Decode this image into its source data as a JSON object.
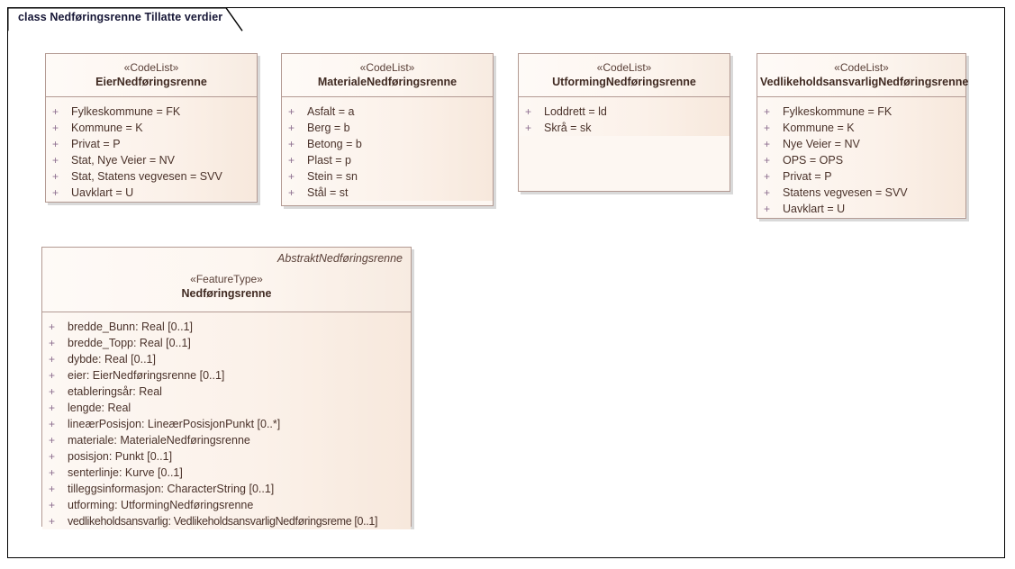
{
  "diagram": {
    "tab_title": "class Nedføringsrenne Tillatte verdier",
    "visibility_public": "+",
    "colors": {
      "box_border": "#b39a93",
      "header_bg": "#fdf7f2",
      "body_bg": "#fbf1e9",
      "text": "#4a322a",
      "visibility": "#8d6f8f",
      "frame_border": "#000000",
      "tab_text": "#161636"
    }
  },
  "classes": [
    {
      "id": "eier-nedforingsrenne",
      "stereotype": "«CodeList»",
      "name": "EierNedføringsrenne",
      "abstract_label": "",
      "attributes": [
        "Fylkeskommune = FK",
        "Kommune = K",
        "Privat = P",
        "Stat, Nye Veier = NV",
        "Stat, Statens vegvesen = SVV",
        "Uavklart = U"
      ]
    },
    {
      "id": "materiale-nedforingsrenne",
      "stereotype": "«CodeList»",
      "name": "MaterialeNedføringsrenne",
      "abstract_label": "",
      "attributes": [
        "Asfalt = a",
        "Berg = b",
        "Betong = b",
        "Plast = p",
        "Stein = sn",
        "Stål = st"
      ]
    },
    {
      "id": "utforming-nedforingsrenne",
      "stereotype": "«CodeList»",
      "name": "UtformingNedføringsrenne",
      "abstract_label": "",
      "attributes": [
        "Loddrett = ld",
        "Skrå = sk"
      ]
    },
    {
      "id": "vedlikeholdsansvarlig-nedforingsrenne",
      "stereotype": "«CodeList»",
      "name": "VedlikeholdsansvarligNedføringsrenne",
      "abstract_label": "",
      "attributes": [
        "Fylkeskommune = FK",
        "Kommune = K",
        "Nye Veier = NV",
        "OPS = OPS",
        "Privat = P",
        "Statens vegvesen = SVV",
        "Uavklart = U"
      ]
    },
    {
      "id": "nedforingsrenne",
      "stereotype": "«FeatureType»",
      "name": "Nedføringsrenne",
      "abstract_label": "AbstraktNedføringsrenne",
      "attributes": [
        "bredde_Bunn: Real [0..1]",
        "bredde_Topp: Real [0..1]",
        "dybde: Real [0..1]",
        "eier: EierNedføringsrenne [0..1]",
        "etableringsår: Real",
        "lengde: Real",
        "lineærPosisjon: LineærPosisjonPunkt [0..*]",
        "materiale: MaterialeNedføringsrenne",
        "posisjon: Punkt [0..1]",
        "senterlinje: Kurve [0..1]",
        "tilleggsinformasjon: CharacterString [0..1]",
        "utforming: UtformingNedføringsrenne",
        "vedlikeholdsansvarlig: VedlikeholdsansvarligNedføringsreme [0..1]"
      ]
    }
  ]
}
